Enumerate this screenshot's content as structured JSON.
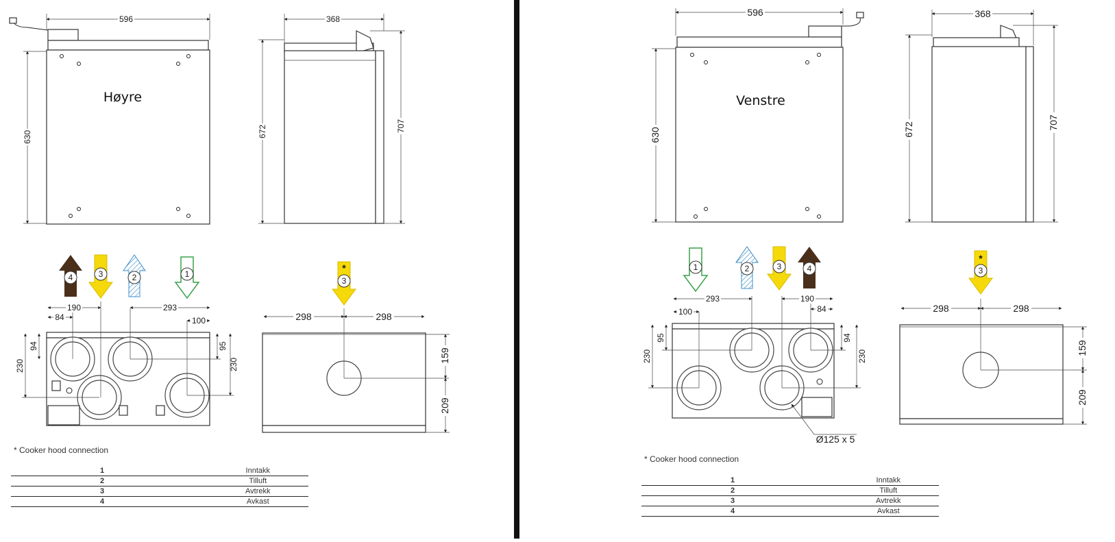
{
  "panels": [
    {
      "title": "Høyre",
      "front_width": "596",
      "front_height": "630",
      "side_depth": "368",
      "side_height_inner": "672",
      "side_height_outer": "707",
      "bottom_dims": {
        "d190": "190",
        "d84": "84",
        "d293": "293",
        "d100": "100",
        "d94": "94",
        "d230_left": "230",
        "d95": "95",
        "d230_right": "230"
      },
      "arrows": [
        "4",
        "3",
        "2",
        "1"
      ],
      "hood": {
        "star": "*",
        "num": "3",
        "d298a": "298",
        "d298b": "298",
        "d159": "159",
        "d209": "209"
      },
      "note": "* Cooker hood connection",
      "legend": [
        {
          "num": "1",
          "label": "Inntakk"
        },
        {
          "num": "2",
          "label": "Tilluft"
        },
        {
          "num": "3",
          "label": "Avtrekk"
        },
        {
          "num": "4",
          "label": "Avkast"
        }
      ]
    },
    {
      "title": "Venstre",
      "front_width": "596",
      "front_height": "630",
      "side_depth": "368",
      "side_height_inner": "672",
      "side_height_outer": "707",
      "bottom_dims": {
        "d293": "293",
        "d100": "100",
        "d190": "190",
        "d84": "84",
        "d95": "95",
        "d230_left": "230",
        "d94": "94",
        "d230_right": "230",
        "diameter": "Ø125 x 5"
      },
      "arrows": [
        "1",
        "2",
        "3",
        "4"
      ],
      "hood": {
        "star": "*",
        "num": "3",
        "d298a": "298",
        "d298b": "298",
        "d159": "159",
        "d209": "209"
      },
      "note": "* Cooker hood connection",
      "legend": [
        {
          "num": "1",
          "label": "Inntakk"
        },
        {
          "num": "2",
          "label": "Tilluft"
        },
        {
          "num": "3",
          "label": "Avtrekk"
        },
        {
          "num": "4",
          "label": "Avkast"
        }
      ]
    }
  ],
  "colors": {
    "avkast": "#4a2f1a",
    "avtrekk": "#f5d90a",
    "tilluft": "#3c8dc8",
    "inntakk": "#3aa04a"
  }
}
